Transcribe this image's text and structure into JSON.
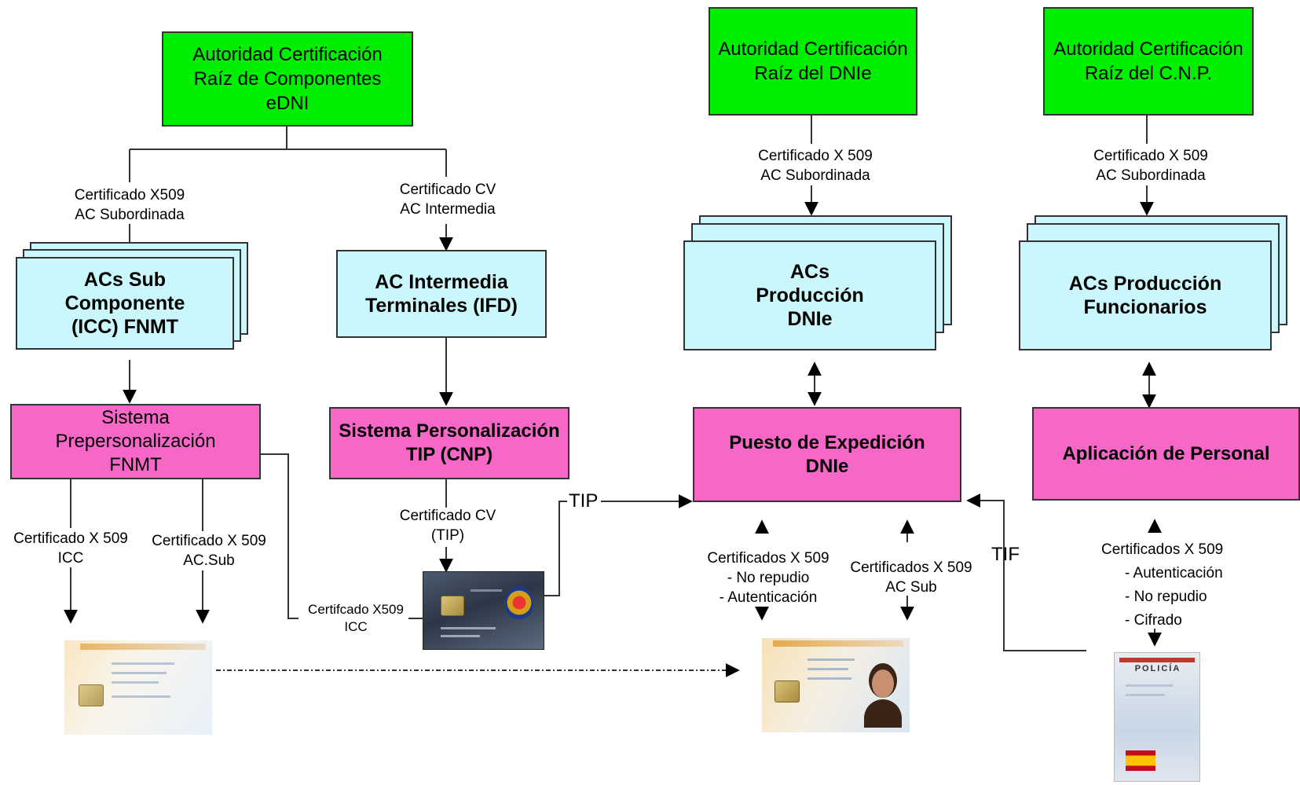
{
  "roots": {
    "componentes": [
      "Autoridad Certificación",
      "Raíz de Componentes",
      "eDNI"
    ],
    "dnie": [
      "Autoridad Certificación",
      "Raíz del DNIe"
    ],
    "cnp": [
      "Autoridad Certificación",
      "Raíz del C.N.P."
    ]
  },
  "acs": {
    "sub_componente": [
      "ACs Sub",
      "Componente",
      "(ICC) FNMT"
    ],
    "intermedia": [
      "AC Intermedia",
      "Terminales (IFD)"
    ],
    "produccion_dnie": [
      "ACs",
      "Producción",
      "DNIe"
    ],
    "produccion_funcionarios": [
      "ACs Producción",
      "Funcionarios"
    ]
  },
  "systems": {
    "prepersonalizacion": [
      "Sistema",
      "Prepersonalización",
      "FNMT"
    ],
    "personalizacion": [
      "Sistema Personalización",
      "TIP (CNP)"
    ],
    "puesto": [
      "Puesto de Expedición",
      "DNIe"
    ],
    "aplicacion": [
      "Aplicación de Personal"
    ]
  },
  "labels": {
    "cert_x509_sub_left": [
      "Certificado X509",
      "AC Subordinada"
    ],
    "cert_cv_intermedia": [
      "Certificado CV",
      "AC Intermedia"
    ],
    "cert_x509_sub_dnie": [
      "Certificado X 509",
      "AC Subordinada"
    ],
    "cert_x509_sub_cnp": [
      "Certificado X 509",
      "AC Subordinada"
    ],
    "cert_x509_icc": [
      "Certificado X 509",
      "ICC"
    ],
    "cert_x509_acsub_left": [
      "Certificado X 509",
      "AC.Sub"
    ],
    "cert_cv_tip": [
      "Certificado CV",
      "(TIP)"
    ],
    "cert_x509_icc_small": [
      "Certifcado X509",
      "ICC"
    ],
    "tip": "TIP",
    "tif": "TIF",
    "certs_dnie": [
      "Certificados X 509",
      "- No repudio",
      "- Autenticación"
    ],
    "cert_x509_acsub_dnie": [
      "Certificados X 509",
      "AC Sub"
    ],
    "certs_funcionarios": [
      "Certificados X 509",
      "- Autenticación",
      "- No repudio",
      "- Cifrado"
    ]
  },
  "images": {
    "police_card": "policia-card-icon",
    "blank_dni": "blank-dni-card-icon",
    "personal_dni": "personalized-dni-card-icon",
    "funcionario_card": "funcionario-id-card-icon",
    "funcionario_card_text": "POLICÍA"
  }
}
